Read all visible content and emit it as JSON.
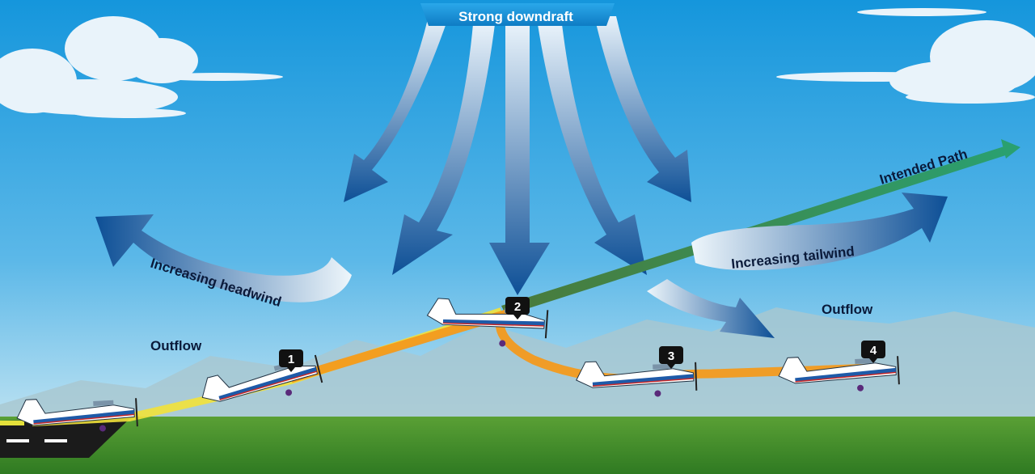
{
  "title": "Strong downdraft",
  "labels": {
    "headwind": "Increasing headwind",
    "tailwind": "Increasing tailwind",
    "outflow_left": "Outflow",
    "outflow_right": "Outflow",
    "intended_path": "Intended Path"
  },
  "positions": [
    "1",
    "2",
    "3",
    "4"
  ],
  "colors": {
    "sky_top": "#1596dc",
    "sky_bottom": "#bfe3f2",
    "ground": "#3f8a2a",
    "arrow_blue": "#0d4f96",
    "intended_path": "#2a8a5a",
    "actual_path": "#f39a1e",
    "takeoff_path": "#f2e23a"
  }
}
